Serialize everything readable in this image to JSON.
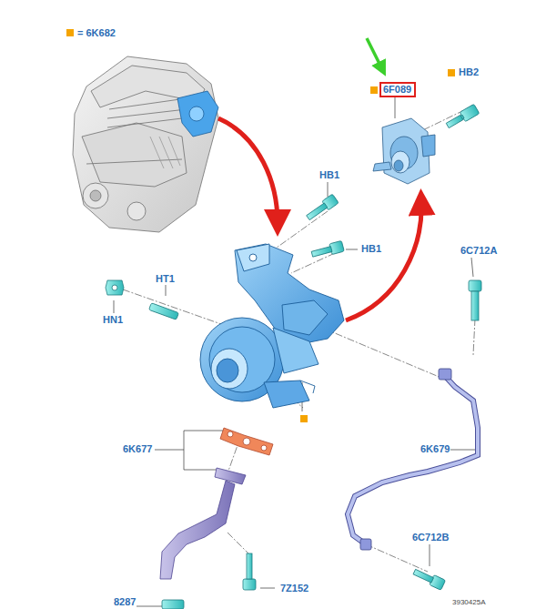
{
  "diagram": {
    "nodes": [
      {
        "text": [
          "6F089"
        ]
      }
    ],
    "labels": [
      "HB2",
      "HB1",
      "HB1",
      "HT1",
      "HN1",
      "6C712A",
      "6K677",
      "6K679",
      "6C712B",
      "7Z152",
      "8287",
      "3930425A"
    ],
    "legend": [
      {
        "text": "= 6K682",
        "color": "#f5a400"
      }
    ]
  }
}
